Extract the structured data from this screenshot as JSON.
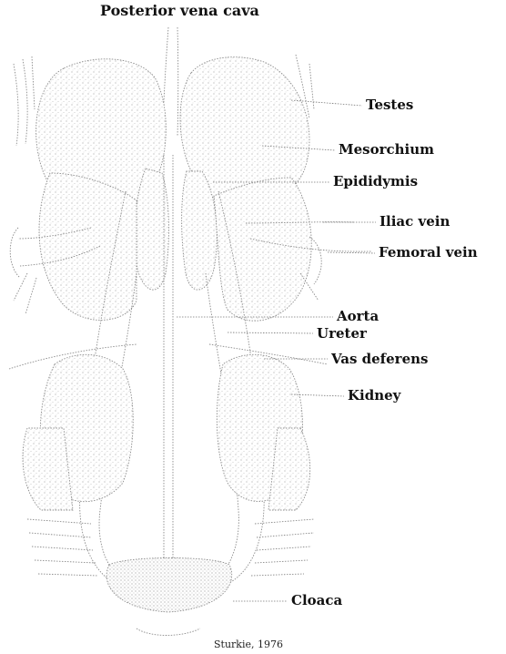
{
  "title": "Posterior vena cava",
  "labels": {
    "testes": "Testes",
    "mesorchium": "Mesorchium",
    "epididymis": "Epididymis",
    "iliac_vein": "Iliac vein",
    "femoral_vein": "Femoral vein",
    "aorta": "Aorta",
    "ureter": "Ureter",
    "vas_deferens": "Vas deferens",
    "kidney": "Kidney",
    "cloaca": "Cloaca"
  },
  "credit": "Sturkie, 1976",
  "colors": {
    "stroke": "#6e6e6e",
    "stipple": "#9a9a9a",
    "text": "#111111"
  }
}
